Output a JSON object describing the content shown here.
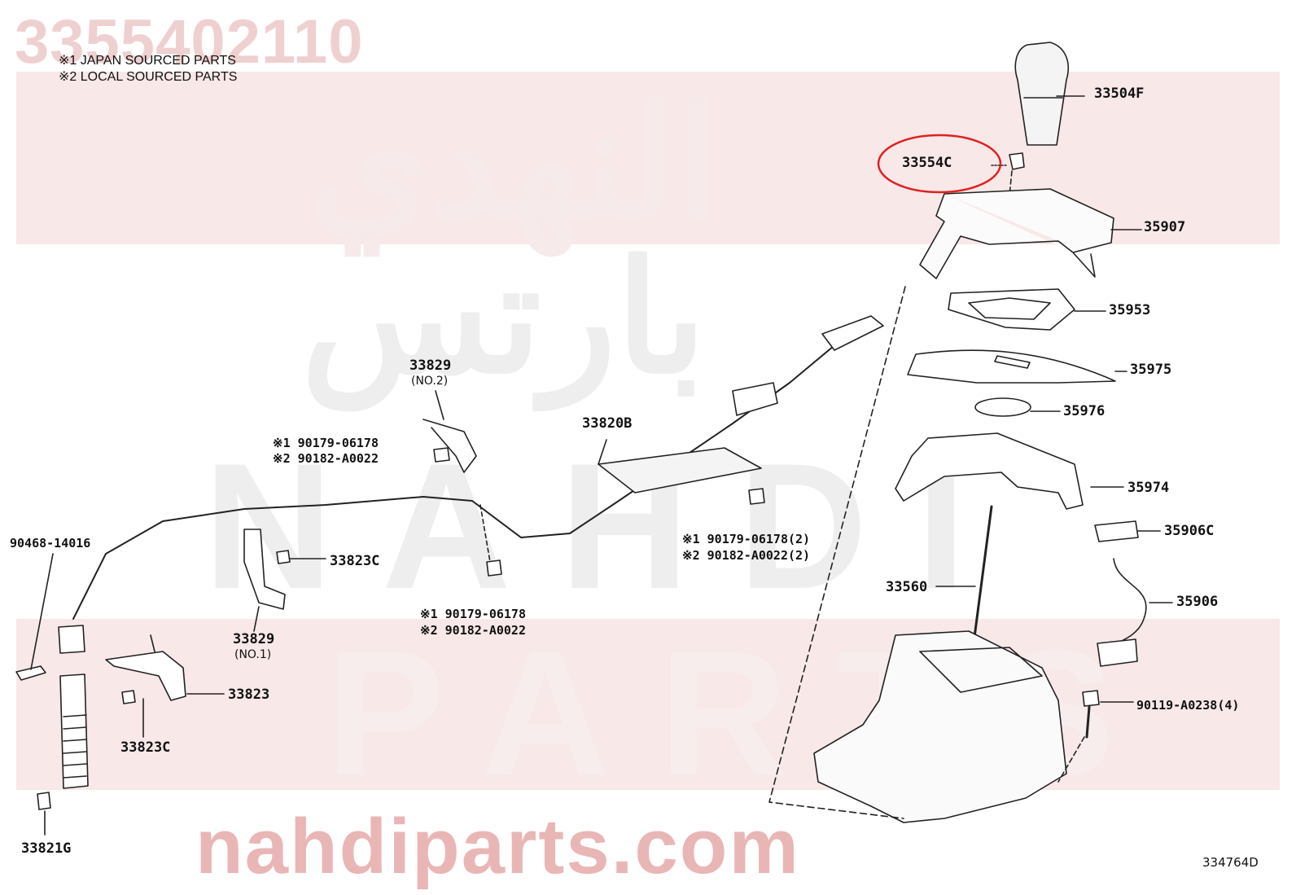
{
  "watermark": {
    "part_number": "3355402110",
    "arabic_line1": "النهدي",
    "arabic_line2": "بارتس",
    "latin_line1": "NAHDI",
    "latin_line2": "PARTS",
    "website": "nahdiparts.com",
    "color": "#e8b3b3"
  },
  "notes": {
    "note1": "※1 JAPAN SOURCED PARTS",
    "note2": "※2 LOCAL SOURCED PARTS"
  },
  "diagram_id": "334764D",
  "highlight": {
    "label": "33554C",
    "color": "#e02020"
  },
  "labels": {
    "p33504F": "33504F",
    "p35907": "35907",
    "p35953": "35953",
    "p35975": "35975",
    "p35976": "35976",
    "p35974": "35974",
    "p35906C": "35906C",
    "p35906": "35906",
    "p90119": "90119-A0238(4)",
    "p33560": "33560",
    "p33829a": "33829",
    "p33829a_sub": "(NO.2)",
    "p33820B": "33820B",
    "n1a": "※1 90179-06178",
    "n2a": "※2 90182-A0022",
    "n1b": "※1 90179-06178(2)",
    "n2b": "※2 90182-A0022(2)",
    "n1c": "※1 90179-06178",
    "n2c": "※2 90182-A0022",
    "p90468": "90468-14016",
    "p33823C_a": "33823C",
    "p33829b": "33829",
    "p33829b_sub": "(NO.1)",
    "p33823": "33823",
    "p33823C_b": "33823C",
    "p33821G": "33821G"
  }
}
